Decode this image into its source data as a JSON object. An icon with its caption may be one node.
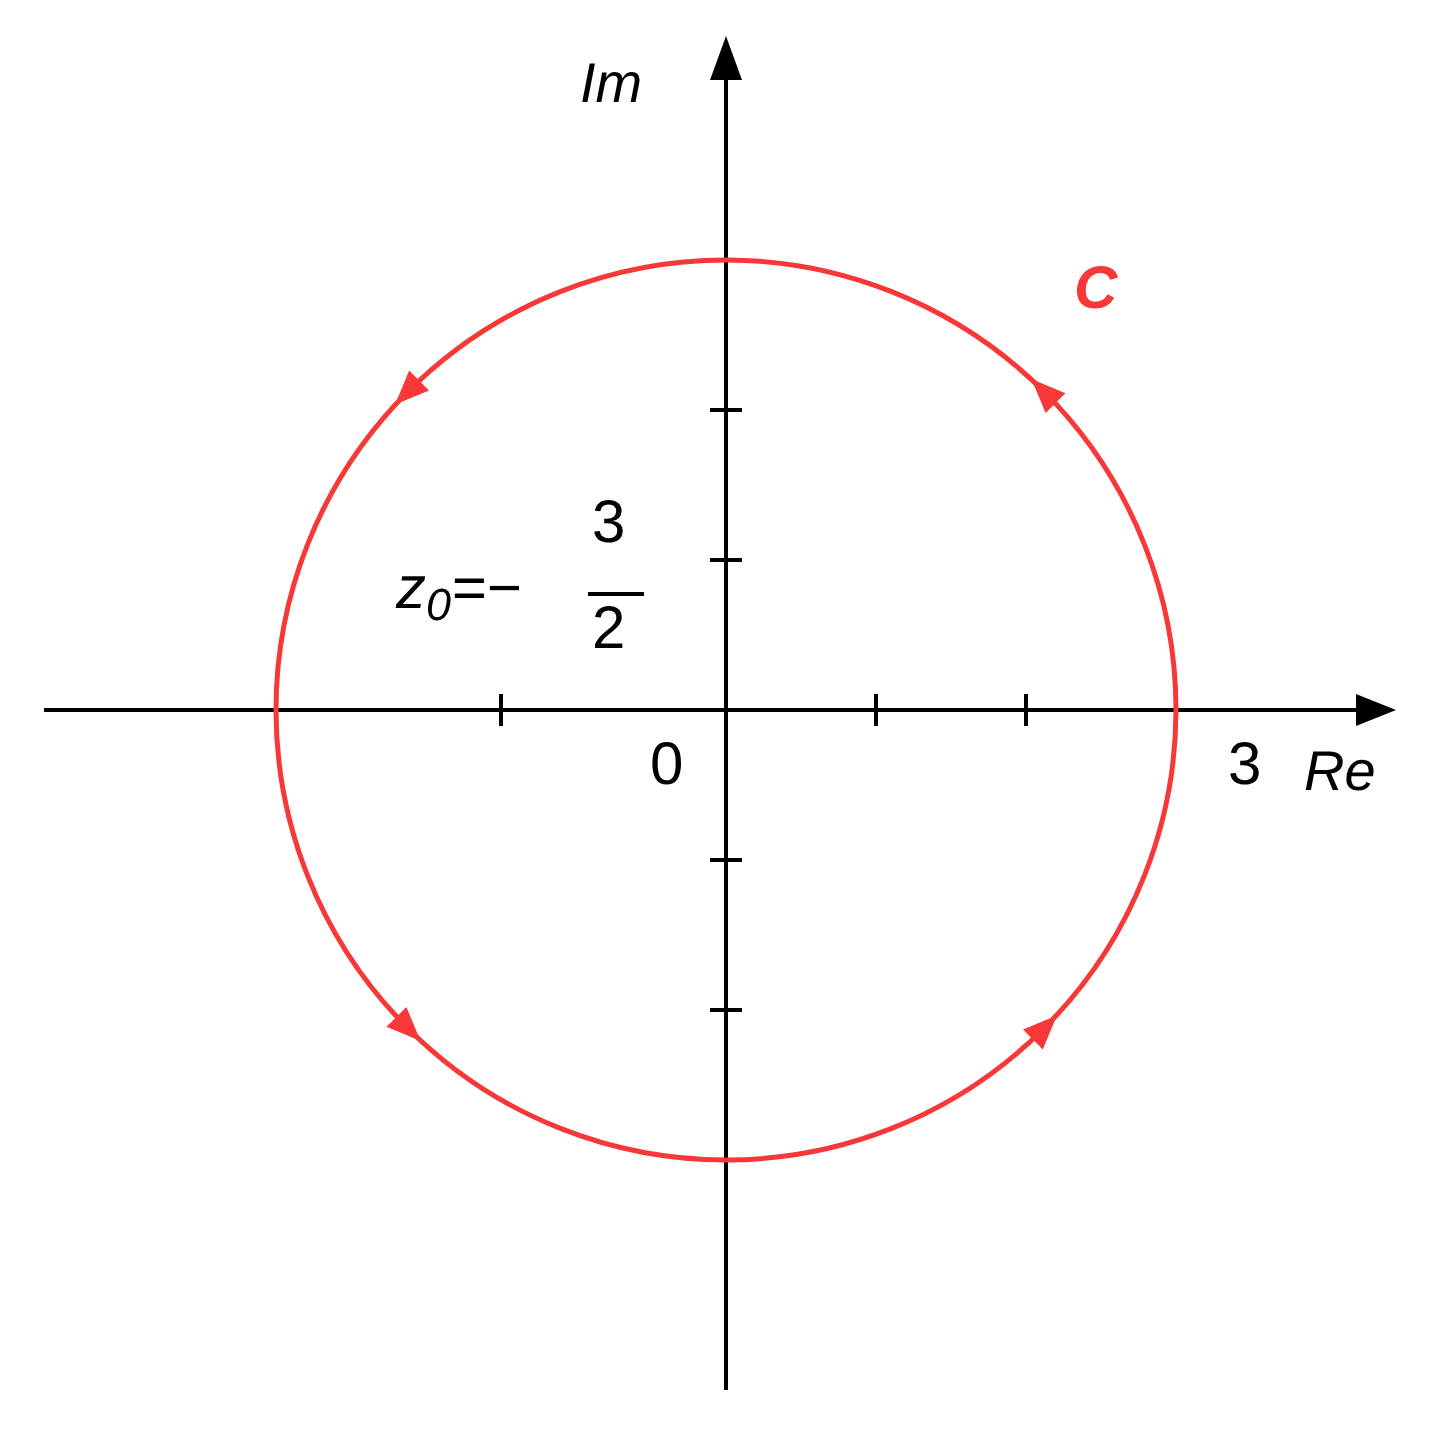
{
  "diagram": {
    "labels": [
      "Im",
      "C",
      "z$_{0}$=−",
      "3",
      "2",
      "0",
      "3",
      "Re"
    ]
  }
}
